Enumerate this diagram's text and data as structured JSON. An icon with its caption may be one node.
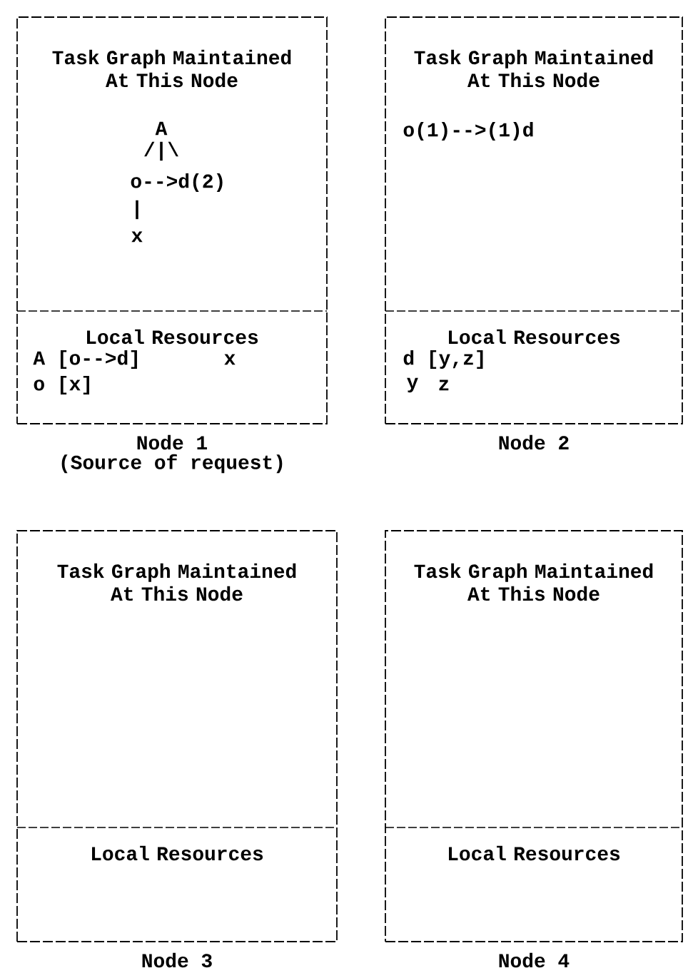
{
  "diagram": {
    "nodes": [
      {
        "text": [],
        "shape": "box",
        "beside": [
          "Node 1",
          "(Source of request)"
        ]
      },
      {
        "text": [
          "Task Graph Maintained At This Node"
        ],
        "in": 0
      },
      {
        "text": [
          "Local Resources"
        ],
        "in": 0
      },
      {
        "text": [],
        "shape": "box",
        "beside": [
          "Node 2"
        ]
      },
      {
        "text": [
          "Task Graph Maintained At This Node"
        ],
        "in": 3
      },
      {
        "text": [
          "Local Resources"
        ],
        "in": 3
      },
      {
        "text": [],
        "shape": "box",
        "beside": [
          "Node 3"
        ]
      },
      {
        "text": [
          "Task Graph Maintained At This Node"
        ],
        "in": 6
      },
      {
        "text": [
          "Local Resources"
        ],
        "in": 6
      },
      {
        "text": [],
        "shape": "box",
        "beside": [
          "Node 4"
        ]
      },
      {
        "text": [
          "Task Graph Maintained At This Node"
        ],
        "in": 9
      },
      {
        "text": [
          "Local Resources"
        ],
        "in": 9
      }
    ],
    "labels": [
      "A",
      "/|\\",
      "o-->d(2)",
      "|",
      "x",
      "o(1)-->(1)d",
      "A [o-->d]",
      "x",
      "d [y,z]",
      "o [x]",
      "y",
      "z"
    ]
  }
}
